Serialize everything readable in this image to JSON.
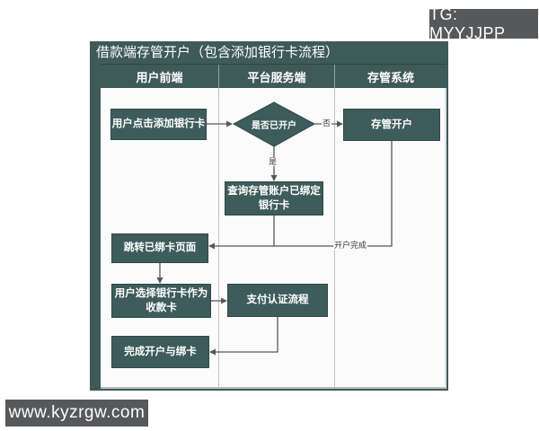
{
  "badges": {
    "telegram": "TG: MYYJJPP",
    "website": "www.kyzrgw.com"
  },
  "flowchart": {
    "title": "借款端存管开户（包含添加银行卡流程）",
    "lanes": [
      {
        "label": "用户前端"
      },
      {
        "label": "平台服务端"
      },
      {
        "label": "存管系统"
      }
    ],
    "nodes": {
      "click_add_card": "用户点击添加银行卡",
      "decision_opened": "是否已开户",
      "depository_open": "存管开户",
      "query_bound_card": "查询存管账户已绑定\n银行卡",
      "jump_bound_page": "跳转已绑卡页面",
      "select_card": "用户选择银行卡作为\n收款卡",
      "payment_auth": "支付认证流程",
      "finish": "完成开户与绑卡"
    },
    "edge_labels": {
      "no": "否",
      "yes": "是",
      "open_done": "开户完成"
    },
    "colors": {
      "teal_frame": "#3e5a59",
      "teal_node": "#3e5c5b",
      "badge_gray": "#57585a",
      "connector_gray": "#575757",
      "body_bg": "#fbfbfb"
    }
  }
}
